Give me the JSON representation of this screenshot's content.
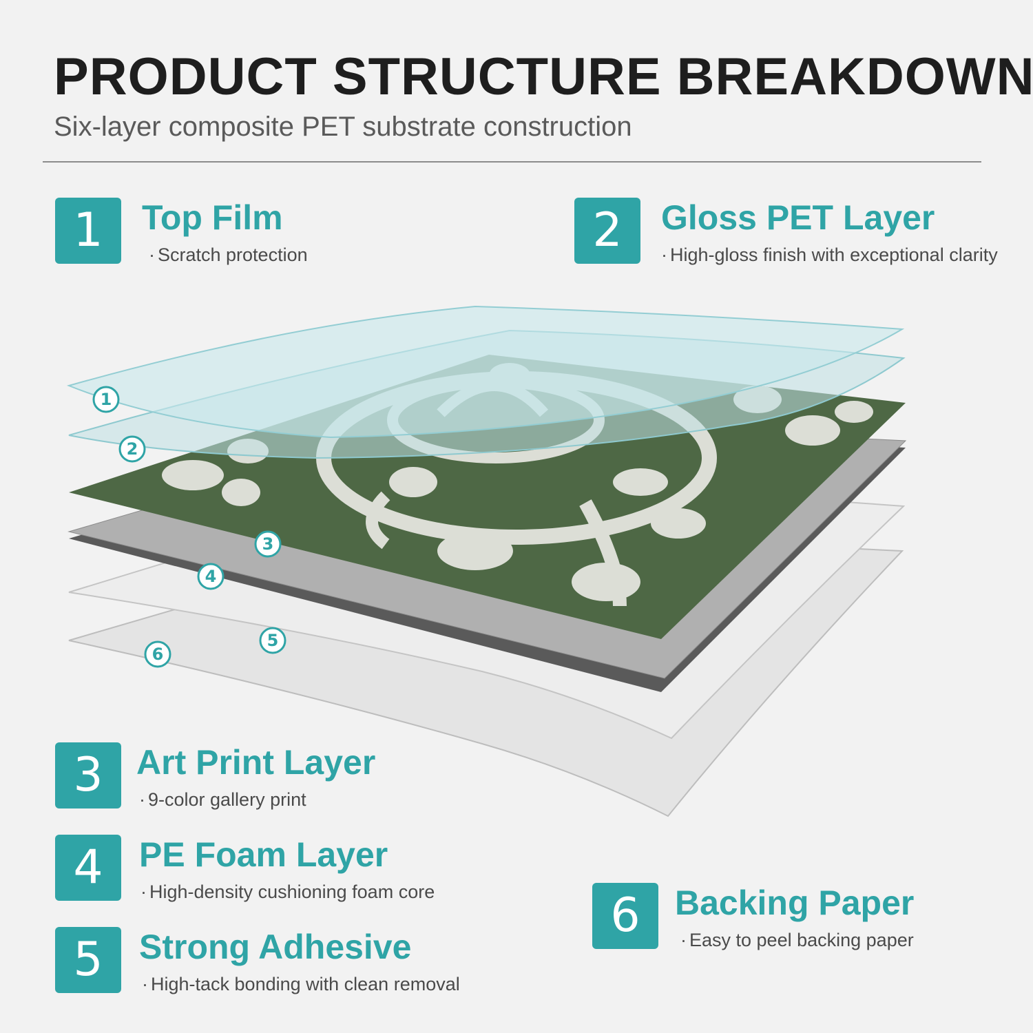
{
  "header": {
    "title": "PRODUCT STRUCTURE BREAKDOWN",
    "subtitle": "Six-layer composite PET substrate construction"
  },
  "layers": [
    {
      "number": "1",
      "name": "Top Film",
      "description": "Scratch protection"
    },
    {
      "number": "2",
      "name": "Gloss PET Layer",
      "description": "High-gloss finish with exceptional clarity"
    },
    {
      "number": "3",
      "name": "Art Print Layer",
      "description": "9-color gallery print"
    },
    {
      "number": "4",
      "name": "PE Foam Layer",
      "description": "High-density cushioning foam core"
    },
    {
      "number": "5",
      "name": "Strong Adhesive",
      "description": "High-tack bonding with clean removal"
    },
    {
      "number": "6",
      "name": "Backing Paper",
      "description": "Easy to peel backing paper"
    }
  ],
  "diagram_markers": [
    "1",
    "2",
    "3",
    "4",
    "5",
    "6"
  ],
  "colors": {
    "accent": "#2fa4a6",
    "tile_green": "#4e6845",
    "tile_pattern": "#dcded6",
    "foam_gray": "#a9a9a9",
    "background": "#f2f2f2"
  }
}
